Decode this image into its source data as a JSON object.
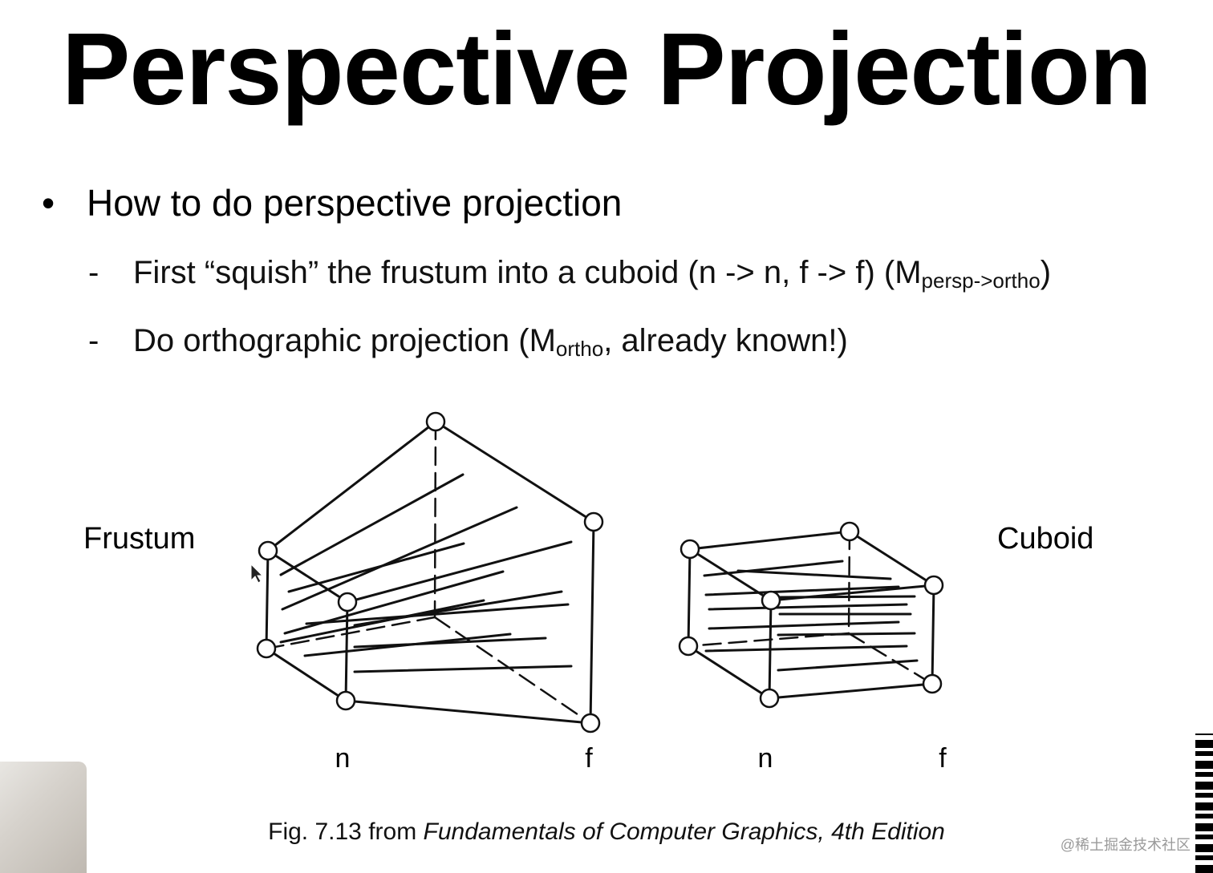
{
  "slide": {
    "title": "Perspective Projection",
    "bullet": "How to do perspective projection",
    "sub1": {
      "text": "First “squish” the frustum into a cuboid (n -> n, f -> f) (M",
      "subscript": "persp->ortho",
      "close": ")"
    },
    "sub2": {
      "text": "Do orthographic projection (M",
      "subscript": "ortho",
      "close": ", already known!)"
    }
  },
  "figure": {
    "frustum_label": "Frustum",
    "cuboid_label": "Cuboid",
    "frustum_near": "n",
    "frustum_far": "f",
    "cuboid_near": "n",
    "cuboid_far": "f",
    "caption_prefix": "Fig. 7.13 from ",
    "caption_italic": "Fundamentals of Computer Graphics, 4th Edition"
  },
  "watermark": "@稀土掘金技术社区"
}
